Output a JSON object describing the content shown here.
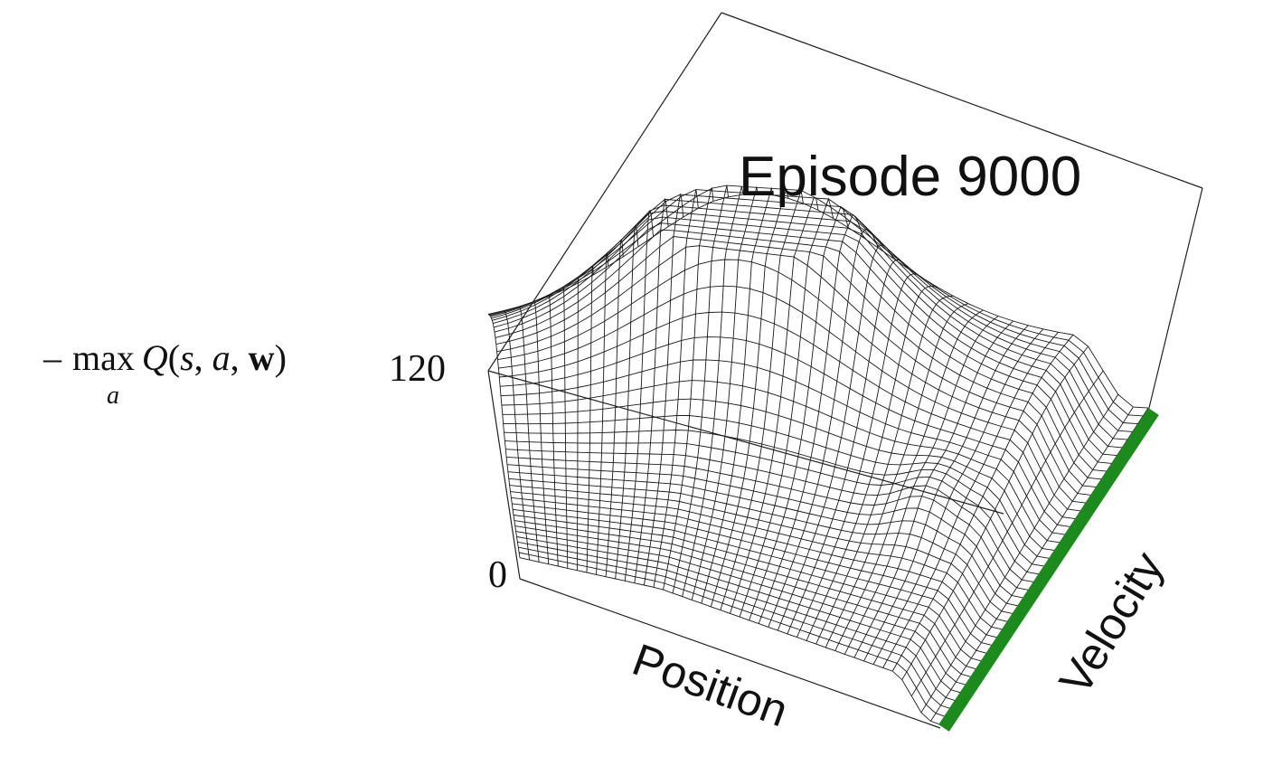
{
  "chart_data": {
    "type": "surface",
    "title": "Episode 9000",
    "xlabel": "Position",
    "ylabel": "Velocity",
    "zlabel": {
      "minus": "–",
      "max": "max",
      "sub": "a",
      "q": "Q",
      "open": "(",
      "s": "s",
      "c1": ", ",
      "a": "a",
      "c2": ", ",
      "w": "w",
      "close": ")"
    },
    "zticks": [
      "120",
      "0"
    ],
    "zlim": [
      0,
      120
    ],
    "grid": false,
    "colors": {
      "mesh": "#1a1a1a",
      "box": "#222222",
      "highlight": "#1c8a1c"
    }
  }
}
